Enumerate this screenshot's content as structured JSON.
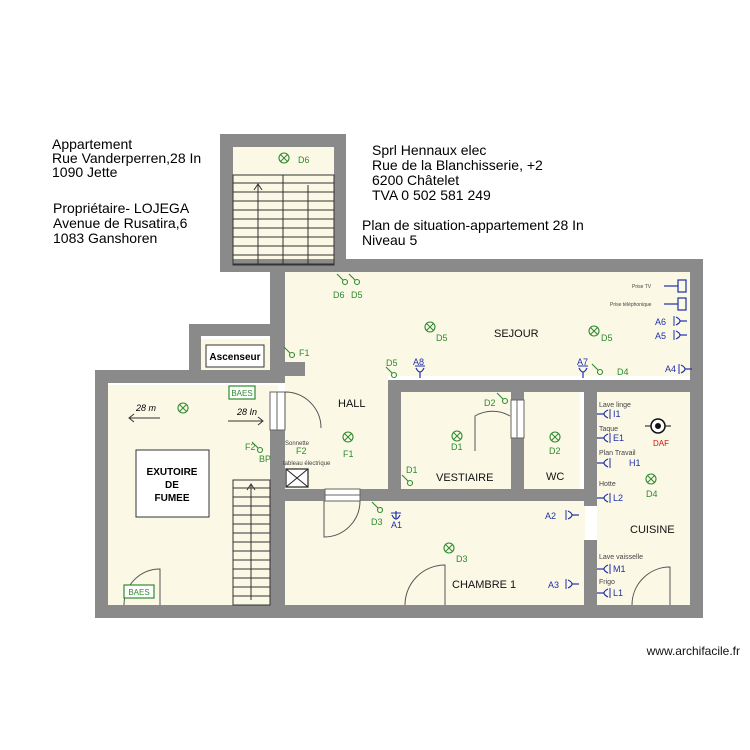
{
  "header_left": {
    "line1": "Appartement",
    "line2": "Rue Vanderperren,28 In",
    "line3": "1090 Jette",
    "owner1": "Propriétaire- LOJEGA",
    "owner2": "Avenue de Rusatira,6",
    "owner3": "1083 Ganshoren"
  },
  "header_right": {
    "company": "Sprl Hennaux elec",
    "street": "Rue de la Blanchisserie, +2",
    "city": "6200 Châtelet",
    "vat": "TVA 0 502 581 249",
    "plan_title": "Plan de situation-appartement 28 In",
    "level": "Niveau 5"
  },
  "rooms": {
    "sejour": "SEJOUR",
    "hall": "HALL",
    "vestiaire": "VESTIAIRE",
    "wc": "WC",
    "cuisine": "CUISINE",
    "chambre": "CHAMBRE 1",
    "ascenseur": "Ascenseur",
    "exutoire1": "EXUTOIRE",
    "exutoire2": "DE",
    "exutoire3": "FUMEE"
  },
  "baes_label": "BAES",
  "arrows": {
    "a": "28 m",
    "b": "28 In"
  },
  "panel": {
    "sonnette": "Sonnette",
    "tableau": "tableau électrique"
  },
  "kitchen_labels": {
    "lave_linge": "Lave linge",
    "taque": "Taque",
    "plan_travail": "Plan Travail",
    "hotte": "Hotte",
    "lave_vaisselle": "Lave vaisselle",
    "frigo": "Frigo",
    "prise_tv": "Prise TV",
    "prise_tel": "Prise téléphonique"
  },
  "circuit_labels": {
    "d6_stair": "D6",
    "d6": "D6",
    "d5": "D5",
    "d5b": "D5",
    "d5c": "D5",
    "f1": "F1",
    "f1b": "F1",
    "f2": "F2",
    "f2b": "F2",
    "bp": "BP",
    "d1": "D1",
    "d1b": "D1",
    "d2": "D2",
    "d2b": "D2",
    "d3": "D3",
    "d3b": "D3",
    "d4": "D4",
    "d4b": "D4",
    "d5d": "D5",
    "a1": "A1",
    "a2": "A2",
    "a3": "A3",
    "a4": "A4",
    "a5": "A5",
    "a6": "A6",
    "a7": "A7",
    "a8": "A8",
    "i1": "I1",
    "e1": "E1",
    "h1": "H1",
    "l2": "L2",
    "m1": "M1",
    "l1": "L1",
    "daf": "DAF"
  },
  "watermark": "www.archifacile.fr",
  "colors": {
    "wall": "#8a8a8a",
    "floor": "#fbf8e6",
    "green": "#2e8b2e",
    "blue": "#1f2fa8",
    "red": "#d01010"
  }
}
